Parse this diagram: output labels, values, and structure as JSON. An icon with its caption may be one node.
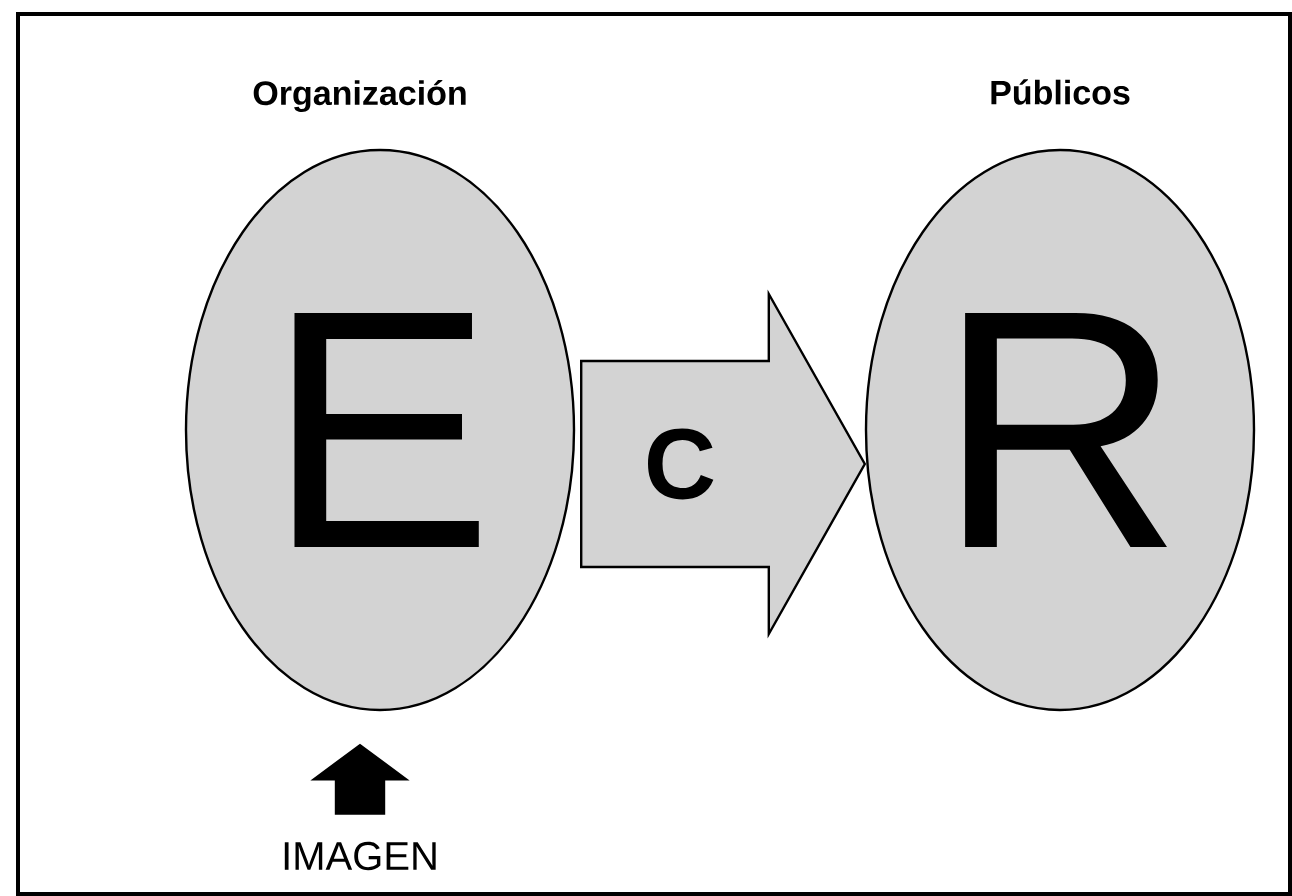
{
  "diagram": {
    "nodes": [
      {
        "text": [
          "Organización",
          "E"
        ]
      },
      {
        "text": [
          "Públicos",
          "R"
        ]
      },
      {
        "text": [
          "IMAGEN"
        ]
      }
    ],
    "edges": [
      {
        "from": 0,
        "to": 1,
        "arrow": "to",
        "label": "C"
      },
      {
        "from": 2,
        "to": 0,
        "arrow": "to",
        "color": "#000000"
      }
    ]
  }
}
